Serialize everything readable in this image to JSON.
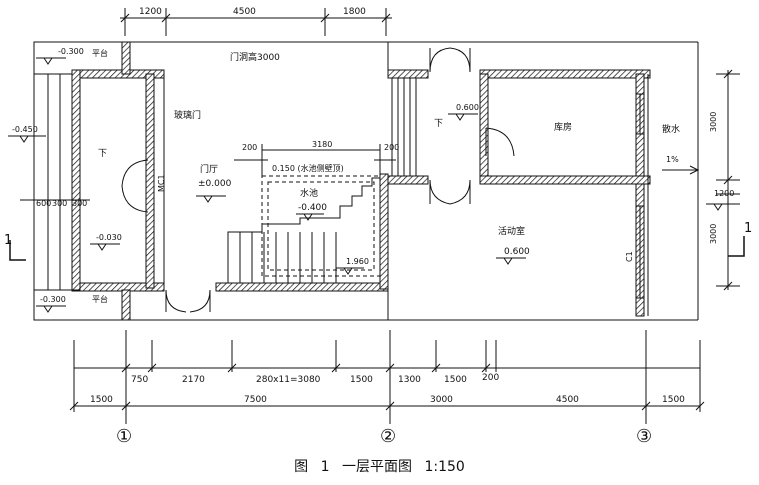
{
  "caption": {
    "prefix": "图",
    "number": "1",
    "title": "一层平面图",
    "scale": "1:150"
  },
  "top_dims": [
    "1200",
    "4500",
    "1800"
  ],
  "bottom_dims_row1": [
    "750",
    "2170",
    "280x11=3080",
    "1500",
    "1300",
    "1500",
    "200"
  ],
  "bottom_dims_row2": [
    "1500",
    "7500",
    "3000",
    "4500",
    "1500"
  ],
  "left_dims": [
    "600",
    "300",
    "300"
  ],
  "right_dims": [
    "3000",
    "1200",
    "3000"
  ],
  "grid_axes": [
    "①",
    "②",
    "③"
  ],
  "section_marker": "1",
  "labels": {
    "door_opening": "门洞高3000",
    "glass_door": "玻璃门",
    "hall": "门厅",
    "hall_level": "±0.000",
    "door_mc1": "MC1",
    "storage": "库房",
    "activity_room": "活动室",
    "activity_level": "0.600",
    "pool": "水池",
    "pool_level": "-0.400",
    "pool_wall": "0.150 (水池侧壁顶)",
    "pool_dim": "3180",
    "pool_side_left": "200",
    "pool_side_right": "200",
    "stair_level": "1.960",
    "drainage": "散水",
    "slope": "1%",
    "window_c1": "C1",
    "platform_top": "平台",
    "platform_top_level": "-0.300",
    "platform_bottom": "平台",
    "platform_bottom_level": "-0.300",
    "left_level": "-0.450",
    "left_inner_level": "-0.030",
    "down_left": "下",
    "down_mid": "下",
    "corridor_level": "0.600"
  }
}
